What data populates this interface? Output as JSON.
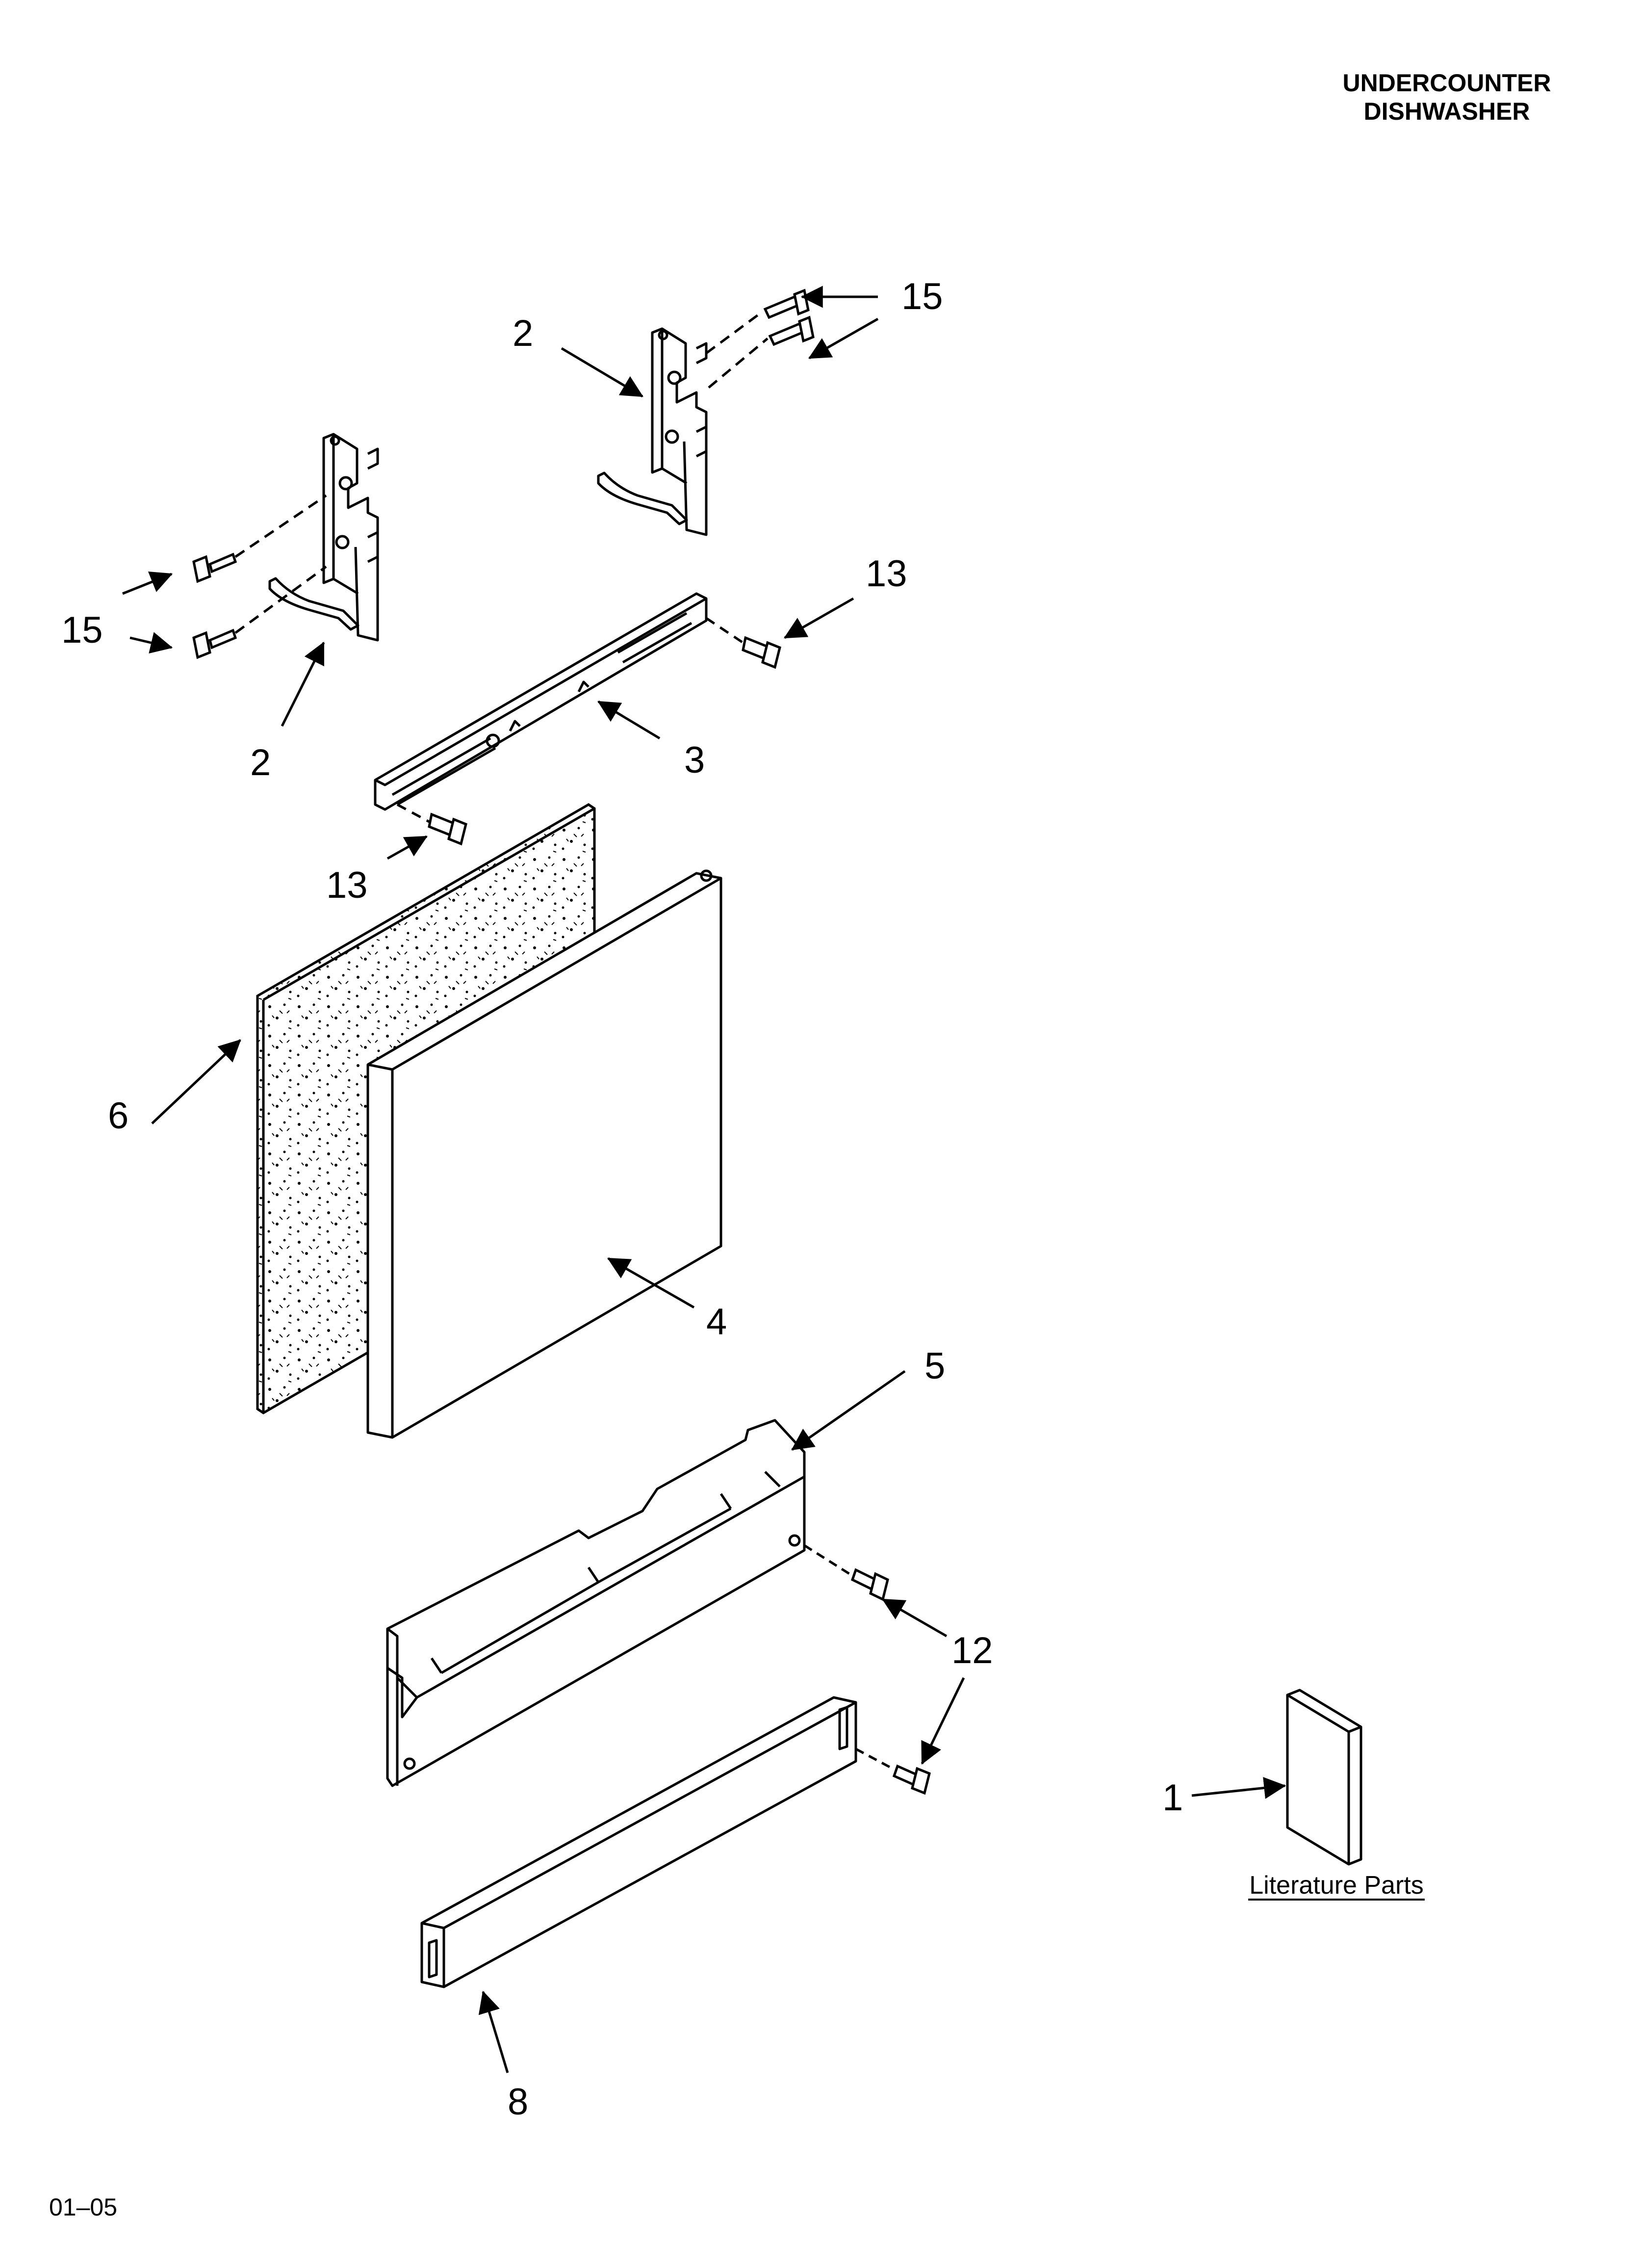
{
  "header": {
    "line1": "UNDERCOUNTER",
    "line2": "DISHWASHER"
  },
  "footer": {
    "code": "01–05"
  },
  "callouts": {
    "bracket_right_2": "2",
    "screws_right_15": "15",
    "screws_left_15": "15",
    "bracket_left_2": "2",
    "screw_right_13": "13",
    "rail_3": "3",
    "screw_left_13": "13",
    "panel_6": "6",
    "panel_4": "4",
    "panel_5": "5",
    "screw_12": "12",
    "literature_1": "1",
    "strip_8": "8"
  },
  "literature": {
    "label": "Literature Parts"
  },
  "colors": {
    "ink": "#000000",
    "paper": "#ffffff"
  }
}
